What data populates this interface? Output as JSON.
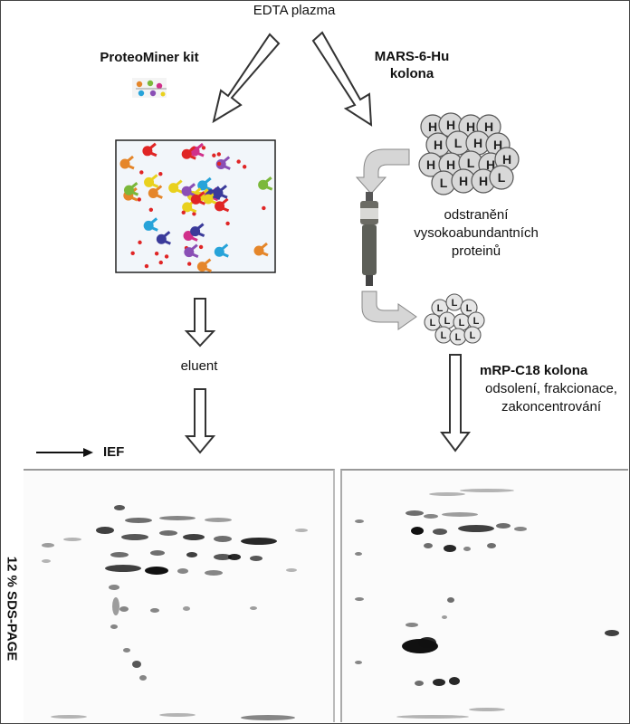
{
  "labels": {
    "source": "EDTA plazma",
    "left_method": "ProteoMiner kit",
    "right_method_line1": "MARS-6-Hu",
    "right_method_line2": "kolona",
    "removal_line1": "odstranění",
    "removal_line2": "vysokoabundantních",
    "removal_line3": "proteinů",
    "eluent": "eluent",
    "column2_title": "mRP-C18 kolona",
    "column2_line1": "odsolení, frakcionace,",
    "column2_line2": "zakoncentrování",
    "ief": "IEF",
    "sds_page": "12 % SDS-PAGE"
  },
  "markers": {
    "high_abundance": "H",
    "low_abundance": "L"
  },
  "colors": {
    "arrow_stroke": "#333333",
    "h_ball": "#d8d8d8",
    "l_ball": "#e6e6e6",
    "curved_arrow": "#cfcfcf",
    "bead_palette": [
      "#e9d11d",
      "#27a3d9",
      "#d0308a",
      "#7bb83a",
      "#8a4fb5",
      "#e5862a",
      "#3a3a9a",
      "#e02525"
    ]
  }
}
